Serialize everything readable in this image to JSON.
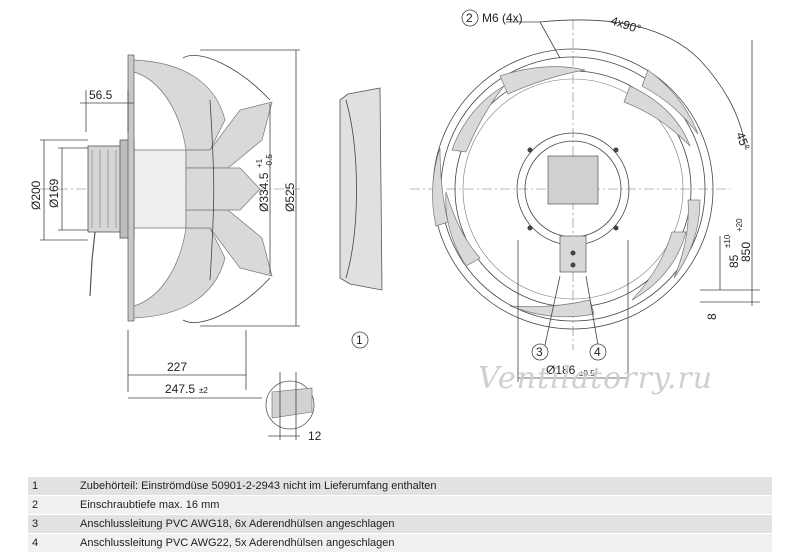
{
  "drawing": {
    "side_view": {
      "dim_56_5": "56.5",
      "dim_200": "Ø200",
      "dim_169": "Ø169",
      "dim_334_5": "Ø334.5",
      "dim_334_5_tol_upper": "+1",
      "dim_334_5_tol_lower": "-0.5",
      "dim_525": "Ø525",
      "dim_227": "227",
      "dim_247_5": "247.5",
      "dim_247_5_tol": "±2",
      "dim_12": "12",
      "callout_1": "1"
    },
    "front_view": {
      "callout_2": "2",
      "thread_label": "M6 (4x)",
      "angle_4x90": "4x90°",
      "angle_45": "45°",
      "dim_850": "850",
      "dim_850_tol": "+20",
      "dim_85": "85",
      "dim_85_tol": "±10",
      "dim_8": "8",
      "callout_3": "3",
      "callout_4": "4",
      "dim_186": "Ø186",
      "dim_186_tol": "±0.5"
    },
    "watermark": "Ventilatorry.ru"
  },
  "notes": [
    {
      "num": "1",
      "text": "Zubehörteil: Einströmdüse 50901-2-2943 nicht im Lieferumfang enthalten"
    },
    {
      "num": "2",
      "text": "Einschraubtiefe max. 16 mm"
    },
    {
      "num": "3",
      "text": "Anschlussleitung PVC AWG18, 6x Aderendhülsen angeschlagen"
    },
    {
      "num": "4",
      "text": "Anschlussleitung PVC AWG22, 5x Aderendhülsen angeschlagen"
    }
  ]
}
